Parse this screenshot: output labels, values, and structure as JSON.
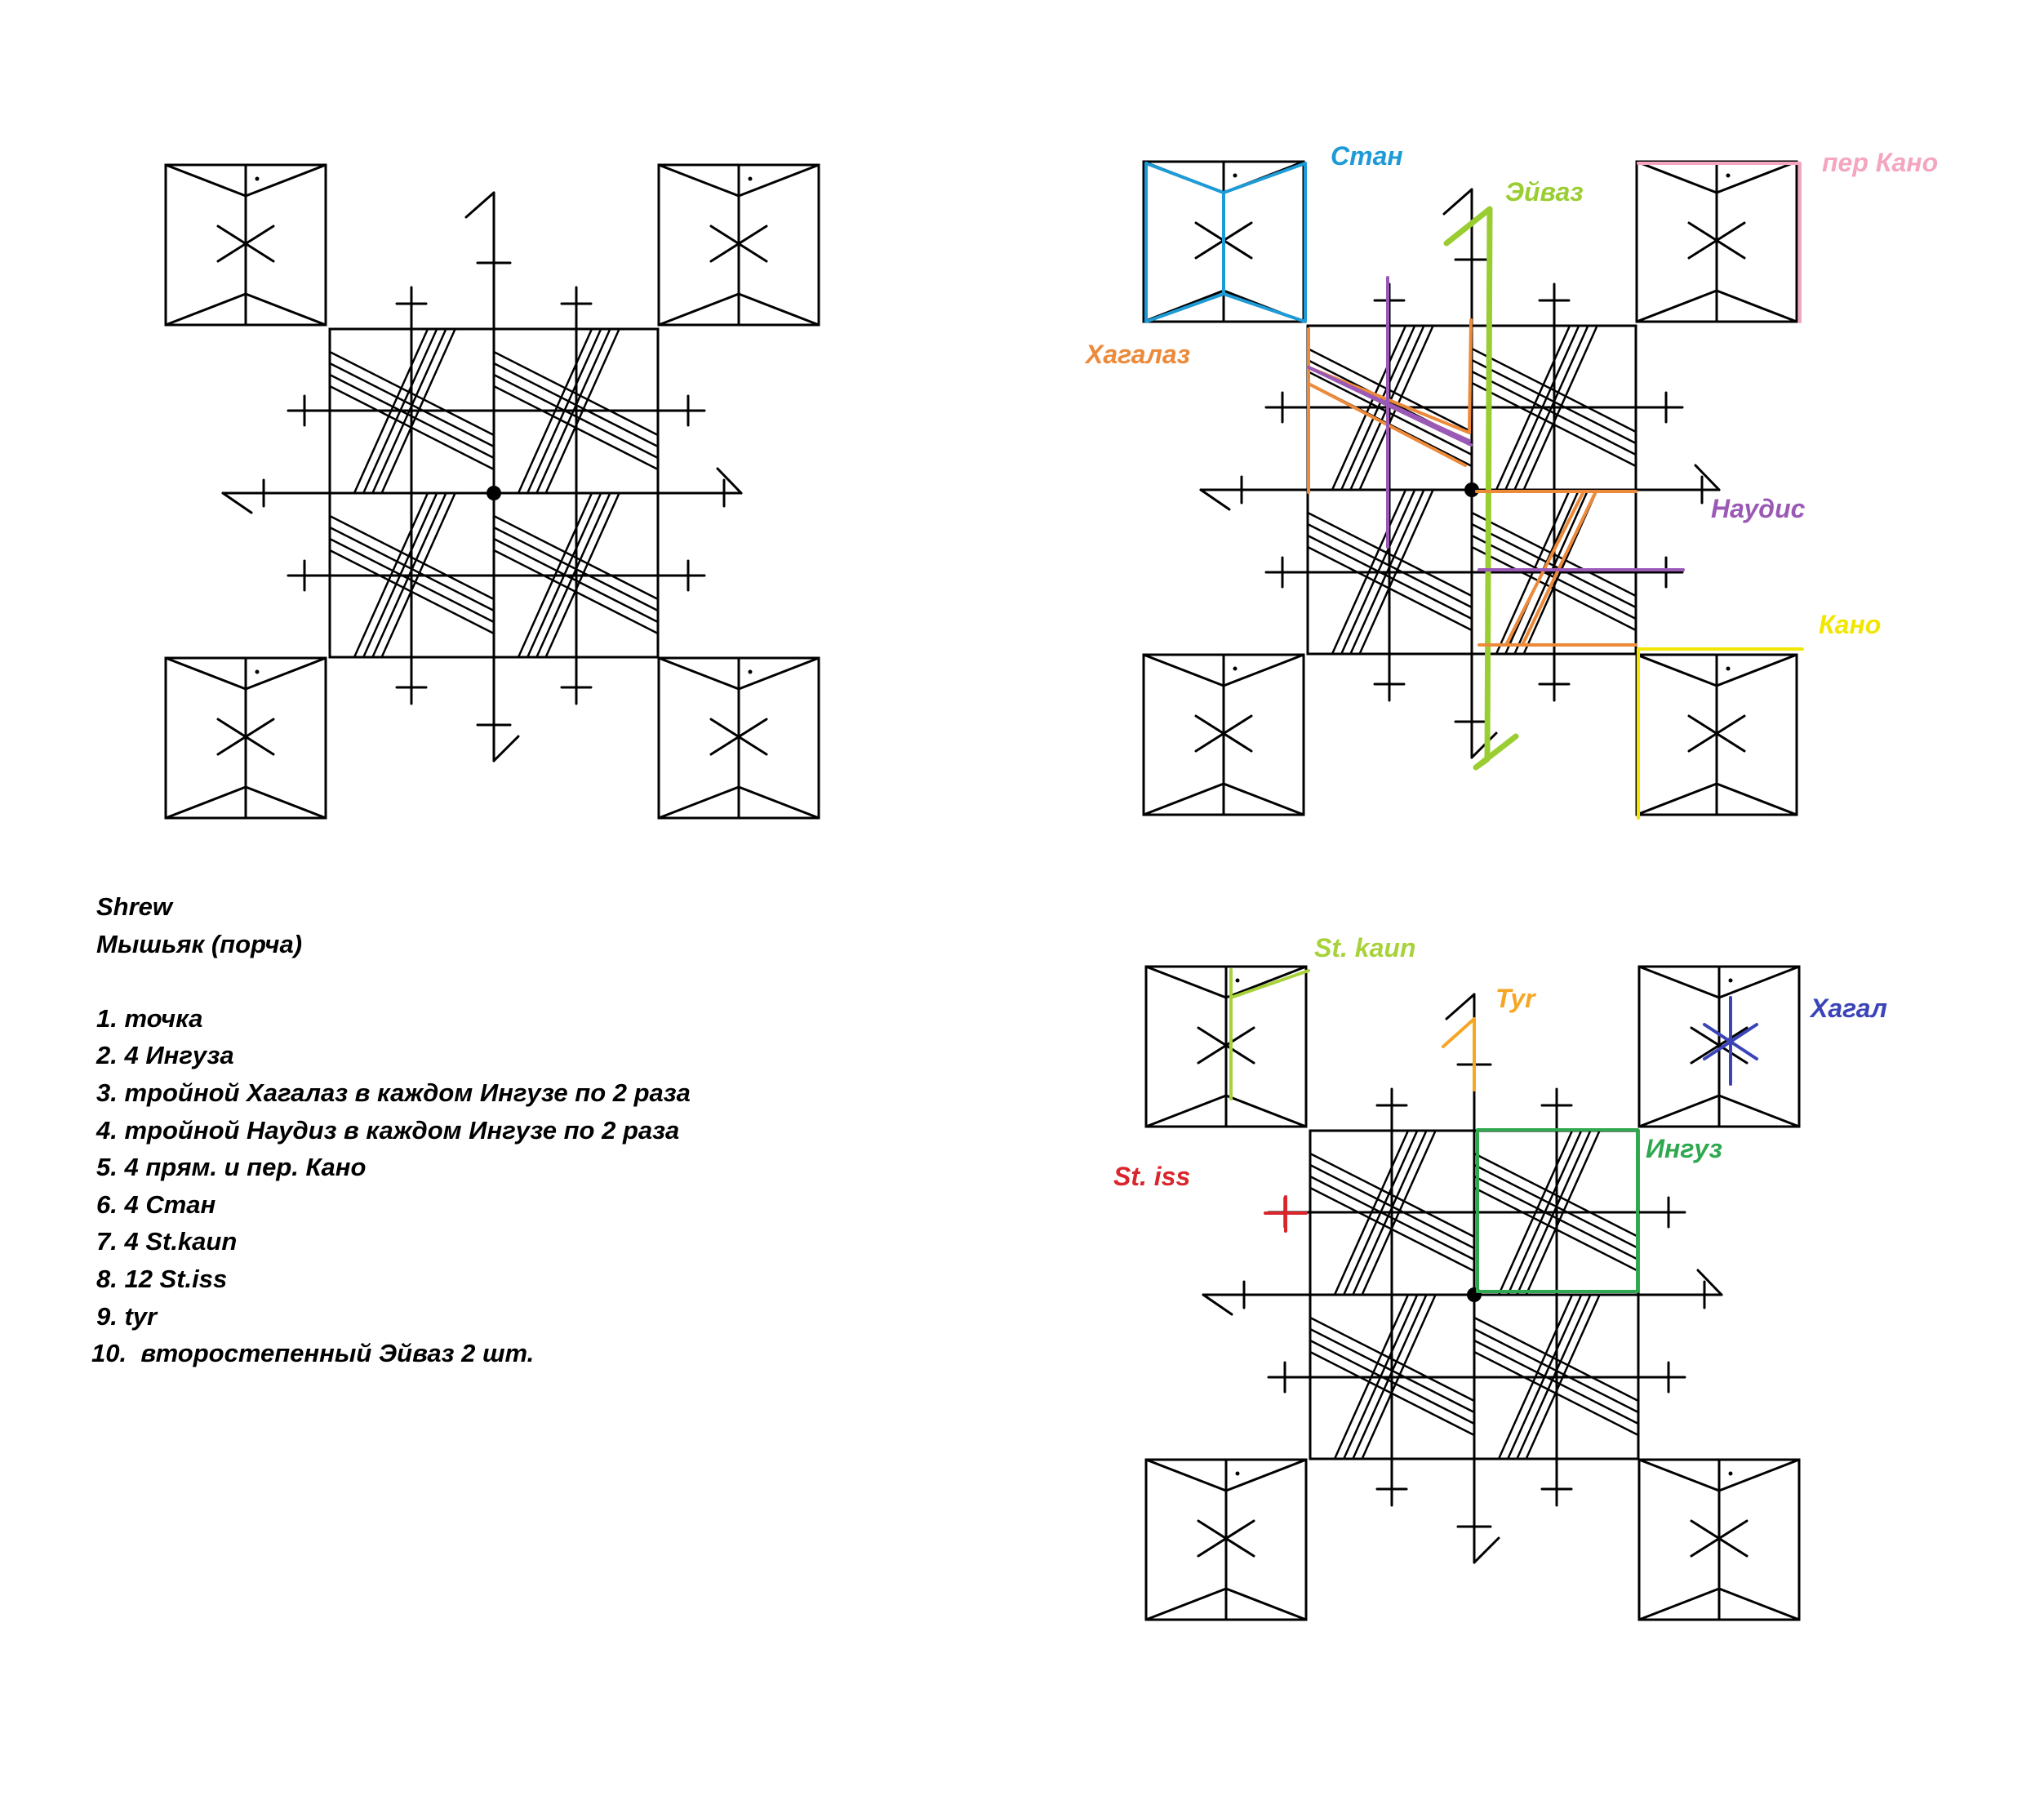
{
  "legend": {
    "title": "Shrew",
    "subtitle": "Мышьяк (порча)",
    "items": [
      "1. точка",
      "2. 4 Ингуза",
      "3. тройной Хагалаз в каждом Ингузе по 2 раза",
      "4. тройной Наудиз в каждом Ингузе по 2 раза",
      "5. 4 прям. и пер. Кано",
      "6. 4 Стан",
      "7. 4 St.kaun",
      "8. 12 St.iss",
      "9. tyr",
      "10.  второстепенный Эйваз 2 шт."
    ]
  },
  "diagram_top_right": {
    "labels": {
      "stan": "Стан",
      "eihwaz": "Эйваз",
      "per_kano": "пер Кано",
      "hagalaz": "Хагалаз",
      "naudis": "Наудис",
      "kano": "Кано"
    }
  },
  "diagram_bottom_right": {
    "labels": {
      "st_kaun": "St. kaun",
      "tyr": "Tyr",
      "hagal": "Хагал",
      "inguz": "Ингуз",
      "st_iss": "St. iss"
    }
  },
  "colors": {
    "stan": "#1e9ad6",
    "eihwaz": "#9acd32",
    "per_kano": "#f4a6c0",
    "hagalaz": "#ec8a3a",
    "naudis": "#9b59b6",
    "kano": "#f2e600",
    "st_kaun": "#a8d23a",
    "tyr": "#f5a623",
    "hagal": "#3a44b8",
    "inguz": "#2fa84f",
    "st_iss": "#d9262d"
  }
}
